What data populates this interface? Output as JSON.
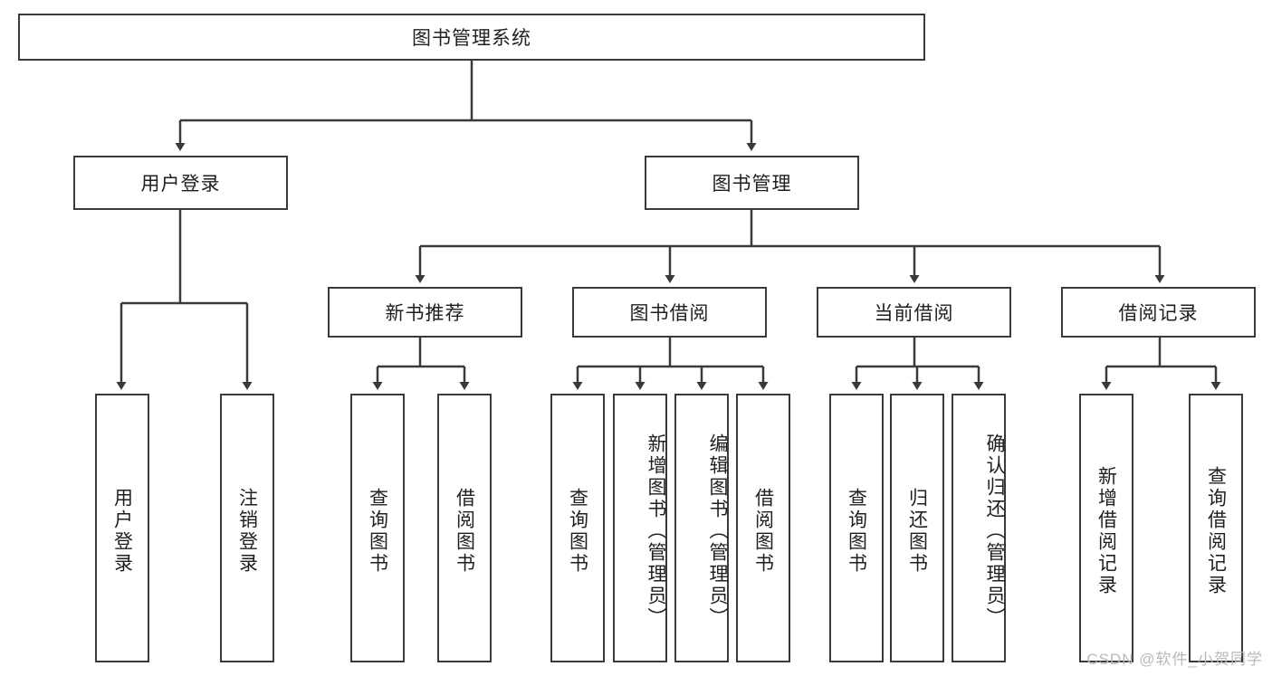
{
  "diagram": {
    "type": "tree-hierarchy",
    "title": "图书管理系统",
    "root": {
      "label": "图书管理系统"
    },
    "level1": [
      {
        "label": "用户登录"
      },
      {
        "label": "图书管理"
      }
    ],
    "level2": [
      {
        "label": "新书推荐"
      },
      {
        "label": "图书借阅"
      },
      {
        "label": "当前借阅"
      },
      {
        "label": "借阅记录"
      }
    ],
    "leaves_user_login": [
      {
        "label": "用户登录"
      },
      {
        "label": "注销登录"
      }
    ],
    "leaves_new_books": [
      {
        "label": "查询图书"
      },
      {
        "label": "借阅图书"
      }
    ],
    "leaves_borrow": [
      {
        "label": "查询图书"
      },
      {
        "label": "新增图书（管理员）"
      },
      {
        "label": "编辑图书（管理员）"
      },
      {
        "label": "借阅图书"
      }
    ],
    "leaves_current": [
      {
        "label": "查询图书"
      },
      {
        "label": "归还图书"
      },
      {
        "label": "确认归还（管理员）"
      }
    ],
    "leaves_records": [
      {
        "label": "新增借阅记录"
      },
      {
        "label": "查询借阅记录"
      }
    ]
  },
  "watermark": {
    "text": "CSDN @软件_小贺同学"
  },
  "colors": {
    "stroke": "#3a3a3a",
    "background": "#ffffff",
    "text": "#1f1f1f",
    "watermark": "#b9b9b9"
  }
}
